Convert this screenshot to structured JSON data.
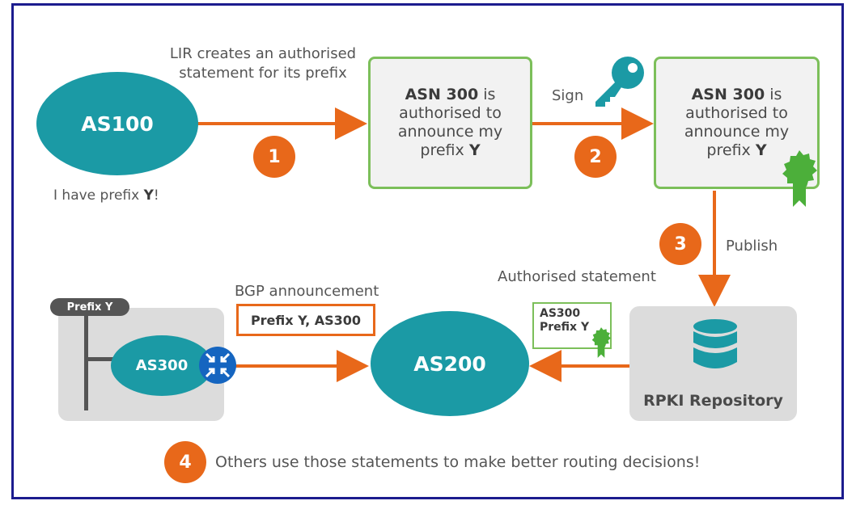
{
  "nodes": {
    "as100": "AS100",
    "as200": "AS200",
    "as300": "AS300",
    "prefix_tag": "Prefix Y",
    "rpki": "RPKI Repository"
  },
  "labels": {
    "lir_line1": "LIR creates an authorised",
    "lir_line2": "statement for its prefix",
    "have_prefix_pre": "I have prefix ",
    "have_prefix_bold": "Y",
    "have_prefix_post": "!",
    "sign": "Sign",
    "publish": "Publish",
    "authorised_statement": "Authorised statement",
    "bgp_announcement": "BGP announcement",
    "bgp_box": "Prefix Y, AS300",
    "footer": "Others use those statements to make better routing decisions!"
  },
  "statement": {
    "asn": "ASN 300",
    "is": " is",
    "line2": "authorised to",
    "line3": "announce my",
    "line4_pre": "prefix ",
    "line4_bold": "Y"
  },
  "cert": {
    "line1": "AS300",
    "line2": "Prefix Y"
  },
  "steps": [
    "1",
    "2",
    "3",
    "4"
  ],
  "colors": {
    "teal": "#1b9aa5",
    "orange": "#e8681a",
    "green": "#7cbf5a",
    "frame": "#1c1c8e"
  },
  "icons": [
    "key-icon",
    "seal-icon",
    "database-icon",
    "router-icon"
  ]
}
